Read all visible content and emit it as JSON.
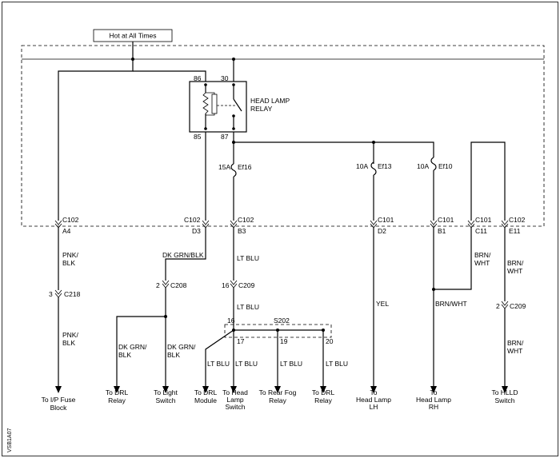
{
  "hot_label": "Hot at All Times",
  "relay": {
    "label_line1": "HEAD LAMP",
    "label_line2": "RELAY",
    "pin_86": "86",
    "pin_30": "30",
    "pin_85": "85",
    "pin_87": "87"
  },
  "fuses": {
    "ef16_amp": "15A",
    "ef16_name": "Ef16",
    "ef13_amp": "10A",
    "ef13_name": "Ef13",
    "ef10_amp": "10A",
    "ef10_name": "Ef10"
  },
  "connectors": {
    "c102_a4": "C102",
    "pin_a4": "A4",
    "c102_d3": "C102",
    "pin_d3": "D3",
    "c102_b3": "C102",
    "pin_b3": "B3",
    "c101_d2": "C101",
    "pin_d2": "D2",
    "c101_b1": "C101",
    "pin_b1": "B1",
    "c101_c11": "C101",
    "pin_c11": "C11",
    "c102_e11": "C102",
    "pin_e11": "E11",
    "c218_pin": "3",
    "c218": "C218",
    "c208_pin": "2",
    "c208": "C208",
    "c209_pin": "16",
    "c209": "C209",
    "c209b_pin": "2",
    "c209b": "C209"
  },
  "splice": {
    "name": "S202",
    "pin_16": "16",
    "pin_17": "17",
    "pin_19": "19",
    "pin_20": "20"
  },
  "wires": {
    "pnk_blk_1a": "PNK/",
    "pnk_blk_1b": "BLK",
    "pnk_blk_2a": "PNK/",
    "pnk_blk_2b": "BLK",
    "dk_grn_blk_top": "DK GRN/BLK",
    "dk_grn_blk_l_a": "DK GRN/",
    "dk_grn_blk_l_b": "BLK",
    "dk_grn_blk_r_a": "DK GRN/",
    "dk_grn_blk_r_b": "BLK",
    "lt_blu_1": "LT BLU",
    "lt_blu_2": "LT BLU",
    "lt_blu_3": "LT BLU",
    "lt_blu_4": "LT BLU",
    "lt_blu_5": "LT BLU",
    "lt_blu_6": "LT BLU",
    "yel": "YEL",
    "brn_wht_1": "BRN/WHT",
    "brn_wht_2a": "BRN/",
    "brn_wht_2b": "WHT",
    "brn_wht_3a": "BRN/",
    "brn_wht_3b": "WHT",
    "brn_wht_4a": "BRN/",
    "brn_wht_4b": "WHT"
  },
  "destinations": {
    "ip_fuse_a": "To I/P Fuse",
    "ip_fuse_b": "Block",
    "drl_relay_a": "To DRL",
    "drl_relay_b": "Relay",
    "light_switch_a": "To Light",
    "light_switch_b": "Switch",
    "drl_module_a": "To DRL",
    "drl_module_b": "Module",
    "head_lamp_sw_a": "To Head",
    "head_lamp_sw_b": "Lamp",
    "head_lamp_sw_c": "Switch",
    "rear_fog_a": "To Rear Fog",
    "rear_fog_b": "Relay",
    "drl_relay2_a": "To DRL",
    "drl_relay2_b": "Relay",
    "hl_lh_a": "To",
    "hl_lh_b": "Head Lamp",
    "hl_lh_c": "LH",
    "hl_rh_a": "To",
    "hl_rh_b": "Head Lamp",
    "hl_rh_c": "RH",
    "hlld_a": "To HLLD",
    "hlld_b": "Switch"
  },
  "figure_id": "VSB1A07"
}
